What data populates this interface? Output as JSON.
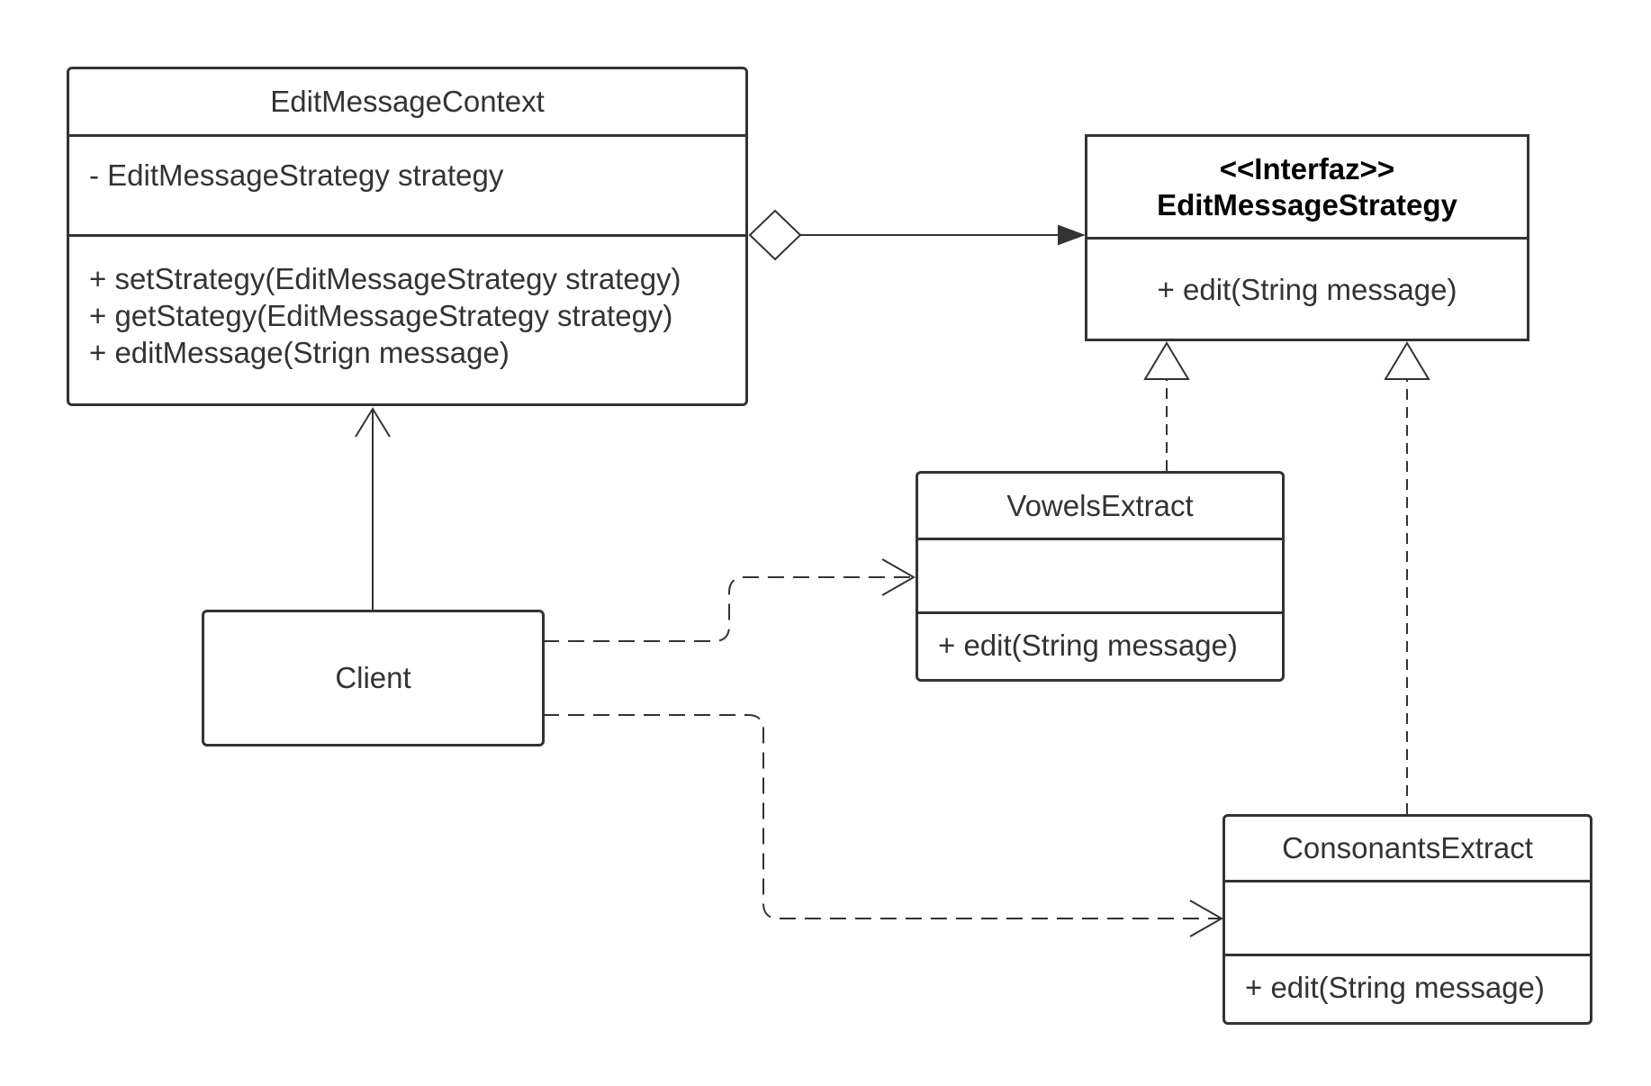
{
  "classes": {
    "context": {
      "name": "EditMessageContext",
      "attributes": [
        "- EditMessageStrategy strategy"
      ],
      "methods": [
        "+ setStrategy(EditMessageStrategy strategy)",
        "+ getStategy(EditMessageStrategy strategy)",
        "+ editMessage(Strign message)"
      ]
    },
    "strategy": {
      "stereotype": "<<Interfaz>>",
      "name": "EditMessageStrategy",
      "methods": [
        "+ edit(String message)"
      ]
    },
    "vowels": {
      "name": "VowelsExtract",
      "methods": [
        "+ edit(String message)"
      ]
    },
    "consonants": {
      "name": "ConsonantsExtract",
      "methods": [
        "+ edit(String message)"
      ]
    },
    "client": {
      "name": "Client"
    }
  },
  "relationships": [
    {
      "type": "aggregation",
      "from": "EditMessageContext",
      "to": "EditMessageStrategy"
    },
    {
      "type": "realization",
      "from": "VowelsExtract",
      "to": "EditMessageStrategy"
    },
    {
      "type": "realization",
      "from": "ConsonantsExtract",
      "to": "EditMessageStrategy"
    },
    {
      "type": "association",
      "from": "Client",
      "to": "EditMessageContext"
    },
    {
      "type": "dependency",
      "from": "Client",
      "to": "VowelsExtract"
    },
    {
      "type": "dependency",
      "from": "Client",
      "to": "ConsonantsExtract"
    }
  ],
  "colors": {
    "stroke": "#333333",
    "text": "#333333",
    "background": "#ffffff"
  }
}
